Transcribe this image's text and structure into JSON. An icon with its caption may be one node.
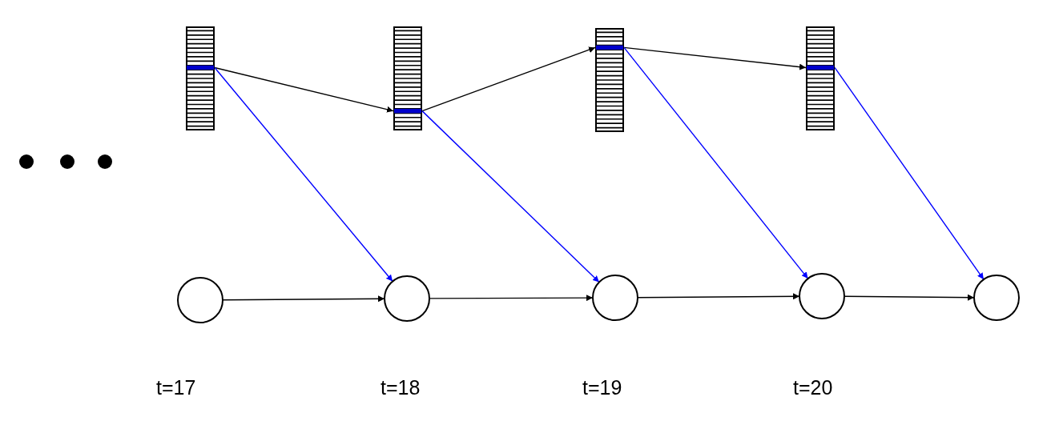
{
  "diagram": {
    "nodes": [
      {
        "text": [],
        "shape": "bar"
      },
      {
        "text": [],
        "shape": "bar"
      },
      {
        "text": [],
        "shape": "bar"
      },
      {
        "text": [],
        "shape": "bar"
      },
      {
        "text": [],
        "shape": "circle"
      },
      {
        "text": [],
        "shape": "circle"
      },
      {
        "text": [],
        "shape": "circle"
      },
      {
        "text": [],
        "shape": "circle"
      },
      {
        "text": [],
        "shape": "circle"
      }
    ],
    "edges": [
      {
        "from": 0,
        "to": 1,
        "arrow": "to"
      },
      {
        "from": 1,
        "to": 2,
        "arrow": "to"
      },
      {
        "from": 2,
        "to": 3,
        "arrow": "to"
      },
      {
        "from": 0,
        "to": 5,
        "arrow": "to",
        "color": "#0000ff"
      },
      {
        "from": 1,
        "to": 6,
        "arrow": "to",
        "color": "#0000ff"
      },
      {
        "from": 2,
        "to": 7,
        "arrow": "to",
        "color": "#0000ff"
      },
      {
        "from": 3,
        "to": 8,
        "arrow": "to",
        "color": "#0000ff"
      },
      {
        "from": 4,
        "to": 5,
        "arrow": "to"
      },
      {
        "from": 5,
        "to": 6,
        "arrow": "to"
      },
      {
        "from": 6,
        "to": 7,
        "arrow": "to"
      },
      {
        "from": 7,
        "to": 8,
        "arrow": "to"
      }
    ],
    "labels": [
      "t=17",
      "t=18",
      "t=19",
      "t=20"
    ]
  }
}
